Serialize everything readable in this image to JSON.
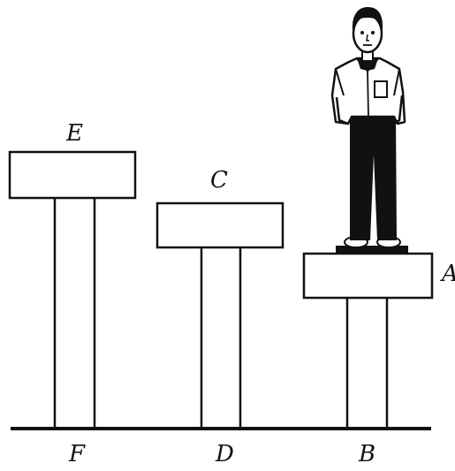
{
  "diagram": {
    "labels": {
      "E": "E",
      "C": "C",
      "A": "A",
      "F": "F",
      "D": "D",
      "B": "B"
    },
    "colors": {
      "ink": "#111111",
      "paper": "#ffffff"
    },
    "figure": "person-figure-icon"
  }
}
